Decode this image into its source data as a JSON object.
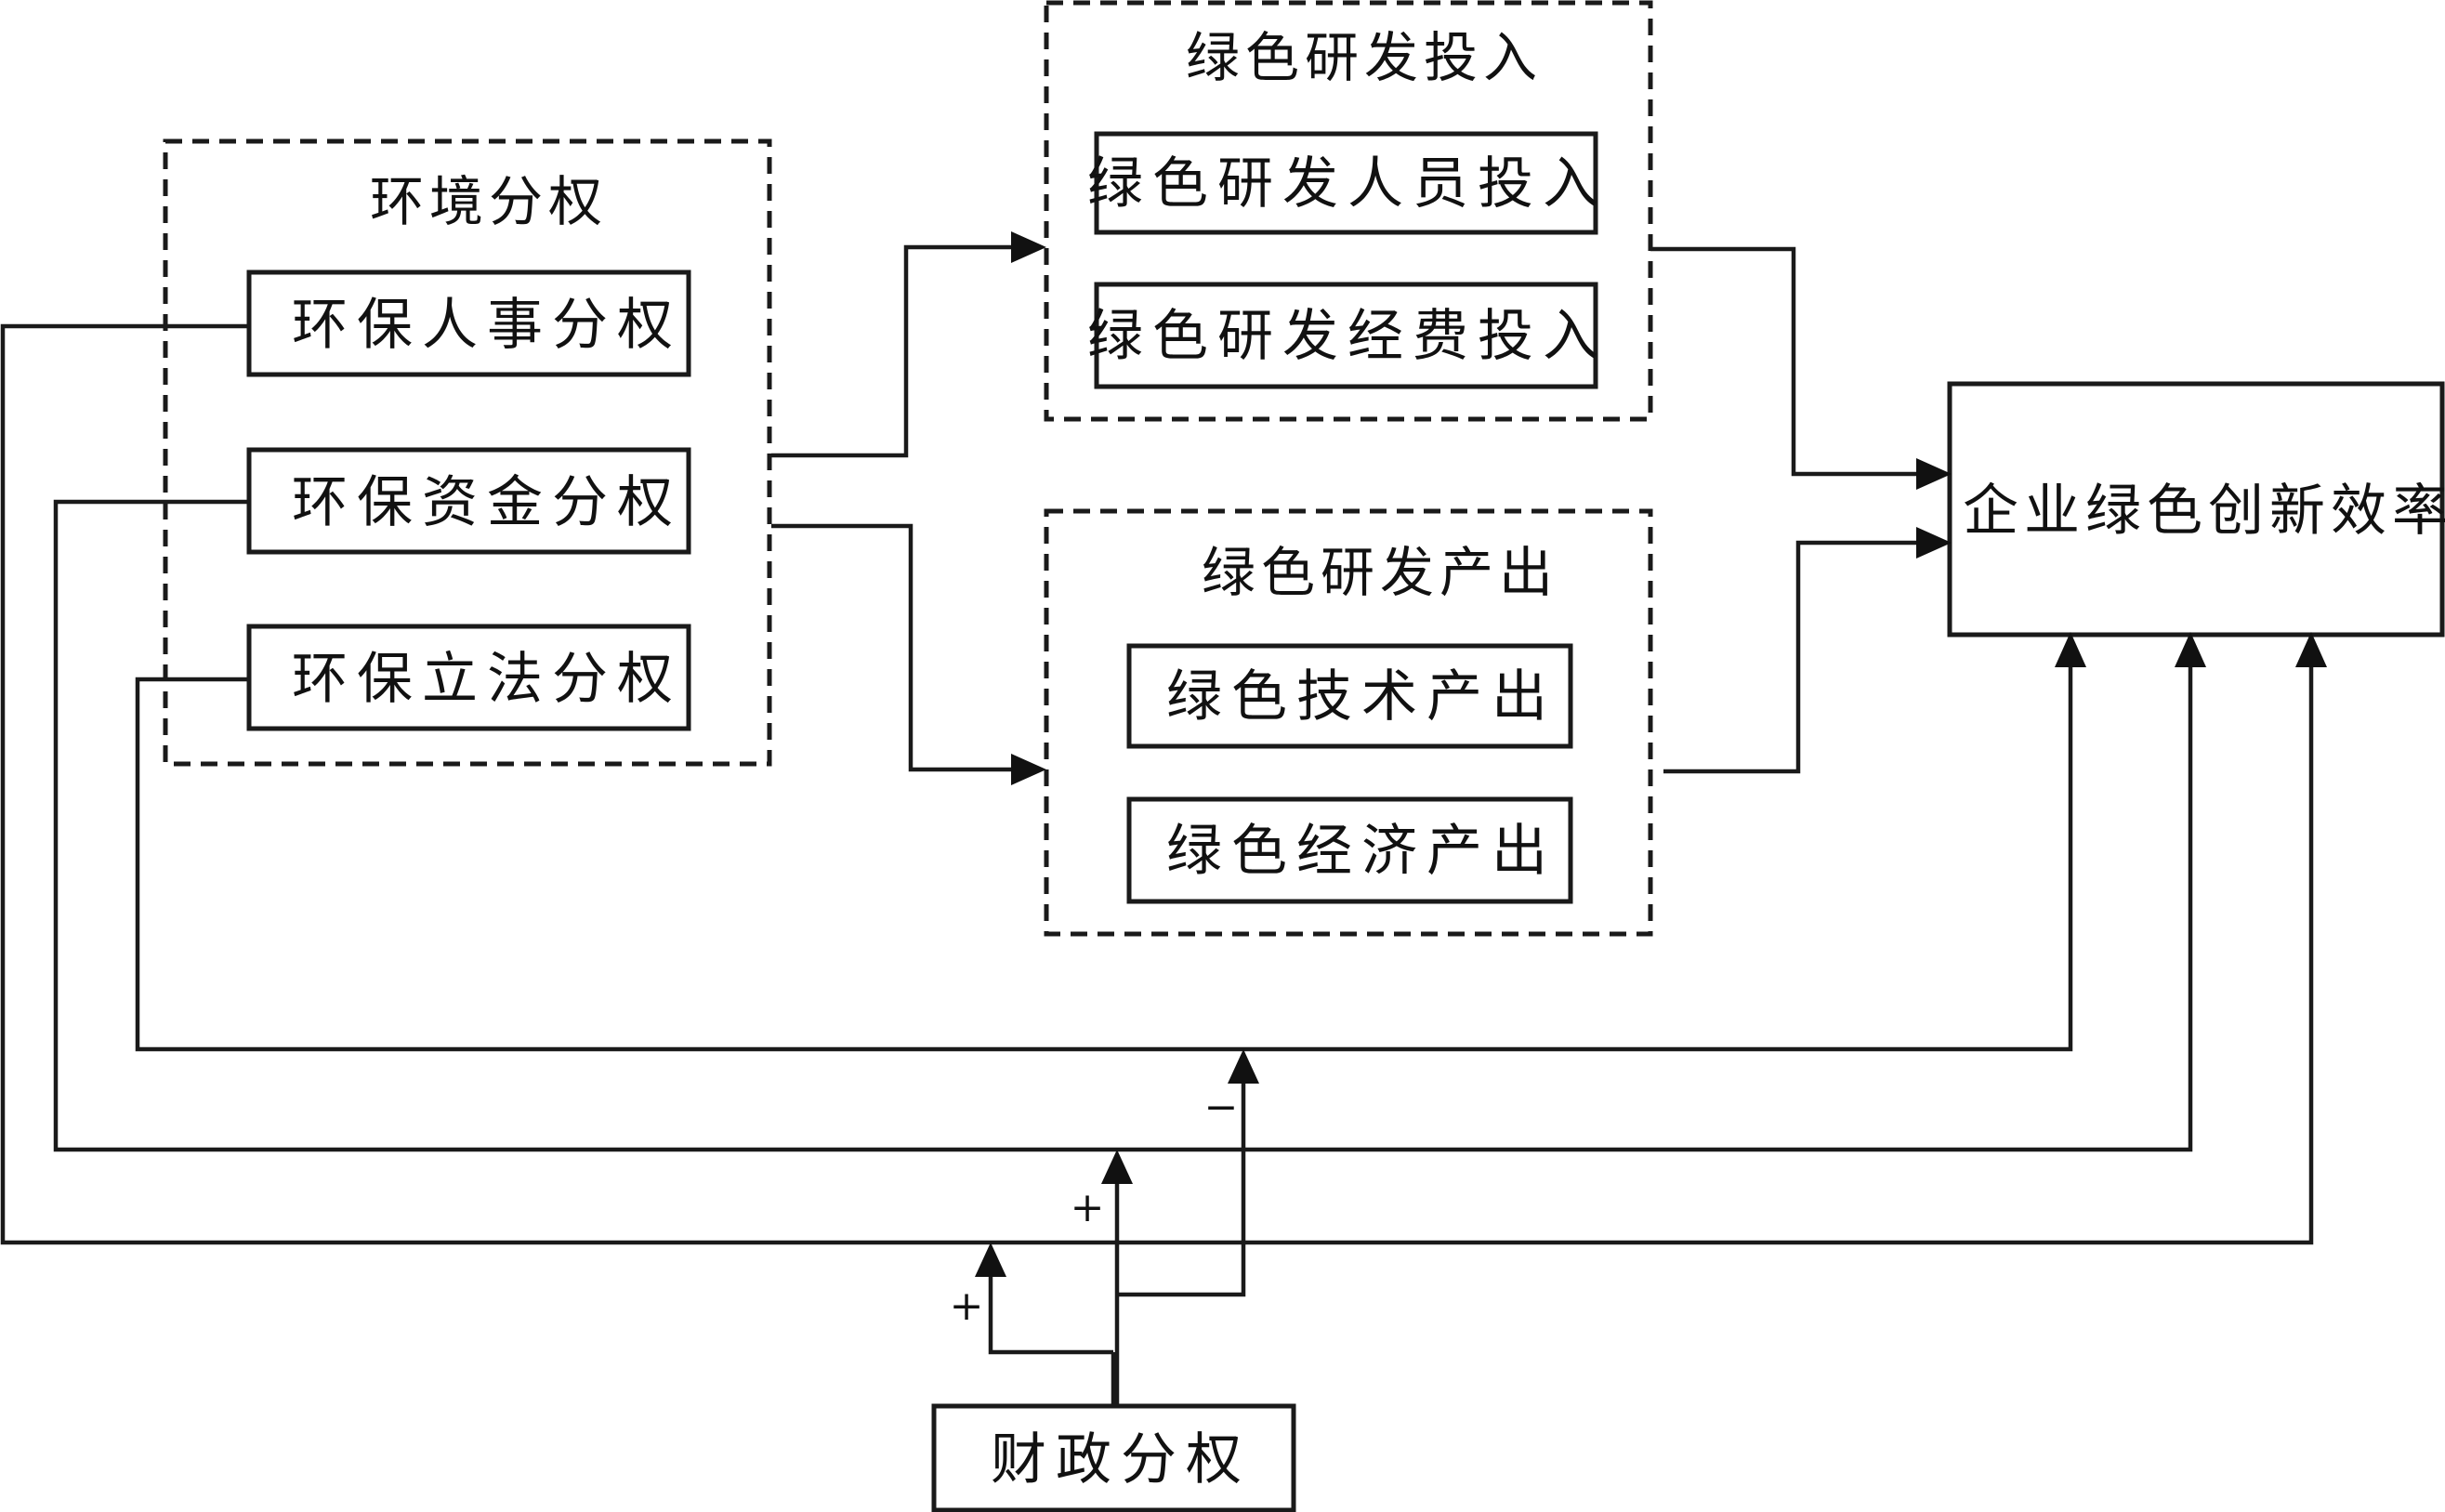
{
  "groups": {
    "env_decentralization": "环境分权",
    "green_rd_input": "绿色研发投入",
    "green_rd_output": "绿色研发产出"
  },
  "boxes": {
    "env_personnel": "环保人事分权",
    "env_funds": "环保资金分权",
    "env_legislation": "环保立法分权",
    "rd_personnel_input": "绿色研发人员投入",
    "rd_funds_input": "绿色研发经费投入",
    "green_tech_output": "绿色技术产出",
    "green_econ_output": "绿色经济产出",
    "enterprise_efficiency": "企业绿色创新效率",
    "fiscal_decentralization": "财政分权"
  },
  "signs": {
    "personnel_moderation": "+",
    "funds_moderation": "+",
    "legislation_moderation": "−"
  }
}
